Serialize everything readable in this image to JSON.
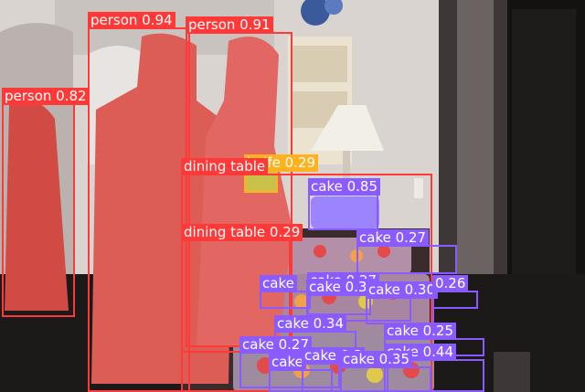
{
  "colors": {
    "person": "#ff3838",
    "cake": "#8a5cff",
    "dining_table": "#ff3838",
    "knife": "#ffb21d",
    "label_text": "#ffffff"
  },
  "detections": [
    {
      "label": "person 0.94"
    },
    {
      "label": "person 0.91"
    },
    {
      "label": "person 0.82"
    },
    {
      "label": "knife 0.29"
    },
    {
      "label": "dining table"
    },
    {
      "label": "dining table 0.29"
    },
    {
      "label": "cake 0.85"
    },
    {
      "label": "cake 0.27"
    },
    {
      "label": "cake 0.27"
    },
    {
      "label": "cake"
    },
    {
      "label": "cake 0.33"
    },
    {
      "label": "cake 0.30"
    },
    {
      "label": "0.26"
    },
    {
      "label": "cake 0.34"
    },
    {
      "label": "cake 0.25"
    },
    {
      "label": "cake 0.27"
    },
    {
      "label": "cake 0.44"
    },
    {
      "label": "cake"
    },
    {
      "label": "cake 0.3"
    },
    {
      "label": "cake 0.35"
    }
  ]
}
